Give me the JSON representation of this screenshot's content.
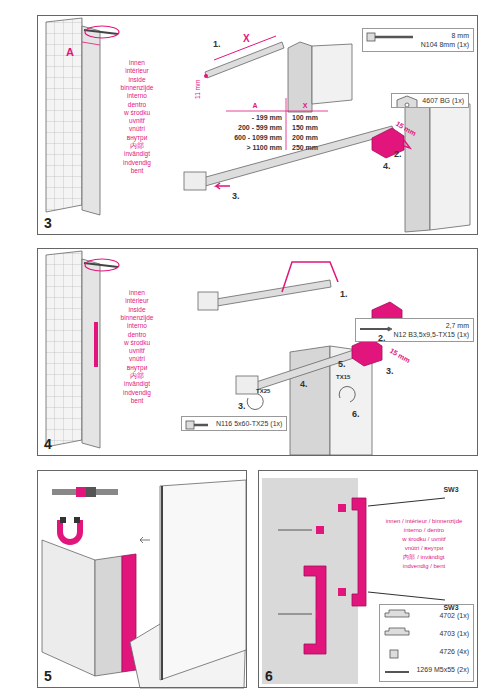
{
  "diagram": {
    "nodes": [
      {
        "text": [
          "3"
        ]
      },
      {
        "text": [
          "8 mm",
          "N104 8mm (1x)"
        ],
        "in": 0
      },
      {
        "text": [
          "4607 BG (1x)"
        ],
        "in": 0
      },
      {
        "text": [
          "4"
        ]
      },
      {
        "text": [
          "2,7 mm",
          "N12 B3,5x9,5-TX15 (1x)"
        ],
        "in": 3
      },
      {
        "text": [
          "N116 5x60-TX25 (1x)"
        ],
        "in": 3
      },
      {
        "text": [
          "5"
        ]
      },
      {
        "text": [
          "6"
        ]
      },
      {
        "text": [
          "4702 (1x)",
          "4703 (1x)",
          "4726 (4x)",
          "1269 M5x55 (2x)"
        ],
        "in": 7
      }
    ],
    "labels": [
      "A",
      "innen",
      "intérieur",
      "inside",
      "binnenzijde",
      "interno",
      "dentro",
      "w środku",
      "uvnitř",
      "vnútri",
      "внутри",
      "内部",
      "invändigt",
      "indvendig",
      "bent",
      "1.",
      "X",
      "11 mm",
      "A",
      "X",
      "- 199 mm",
      "100 mm",
      "200 - 599 mm",
      "150 mm",
      "600 - 1099 mm",
      "200 mm",
      "> 1100 mm",
      "250 mm",
      "15 mm",
      "2.",
      "3.",
      "4.",
      "1.",
      "2.",
      "15 mm",
      "5.",
      "TX15",
      "3.",
      "4.",
      "TX25",
      "3.",
      "6.",
      "innen",
      "intérieur",
      "inside",
      "binnenzijde",
      "interno",
      "dentro",
      "w środku",
      "uvnitř",
      "vnútri",
      "внутри",
      "内部",
      "invändigt",
      "indvendig",
      "bent",
      "SW3",
      "innen / intérieur / binnenzijde",
      "interno / dentro",
      "w środku / uvnitř",
      "vnútri / внутри",
      "内部 / invändigt",
      "indvendig / bent",
      "SW3"
    ]
  }
}
